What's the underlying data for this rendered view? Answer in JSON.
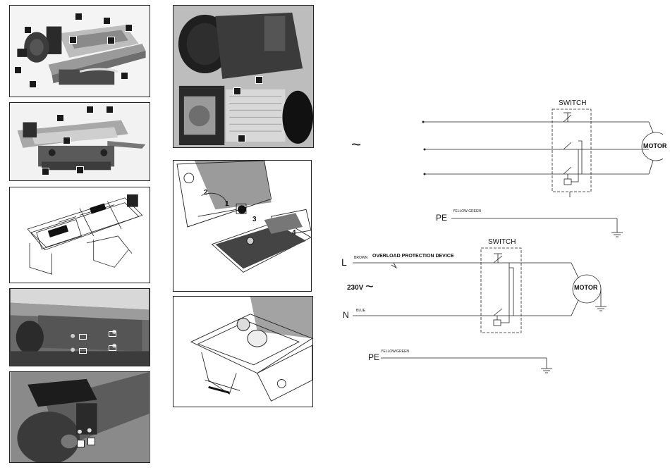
{
  "diagram1": {
    "switch_label": "SWITCH",
    "motor_label": "MOTOR",
    "ac_symbol": "~",
    "pe_label": "PE",
    "pe_wire": "YELLOW GREEN"
  },
  "diagram2": {
    "switch_label": "SWITCH",
    "motor_label": "MOTOR",
    "l_label": "L",
    "n_label": "N",
    "l_wire": "BROWN",
    "n_wire": "BLUE",
    "overload_label": "OVERLOAD PROTECTION DEVICE",
    "voltage_label": "230V",
    "ac_symbol": "~",
    "pe_label": "PE",
    "pe_wire": "YELLOW/GREEN"
  },
  "figure_numbers": {
    "fig4": [
      "2",
      "1",
      "3",
      "4"
    ]
  }
}
